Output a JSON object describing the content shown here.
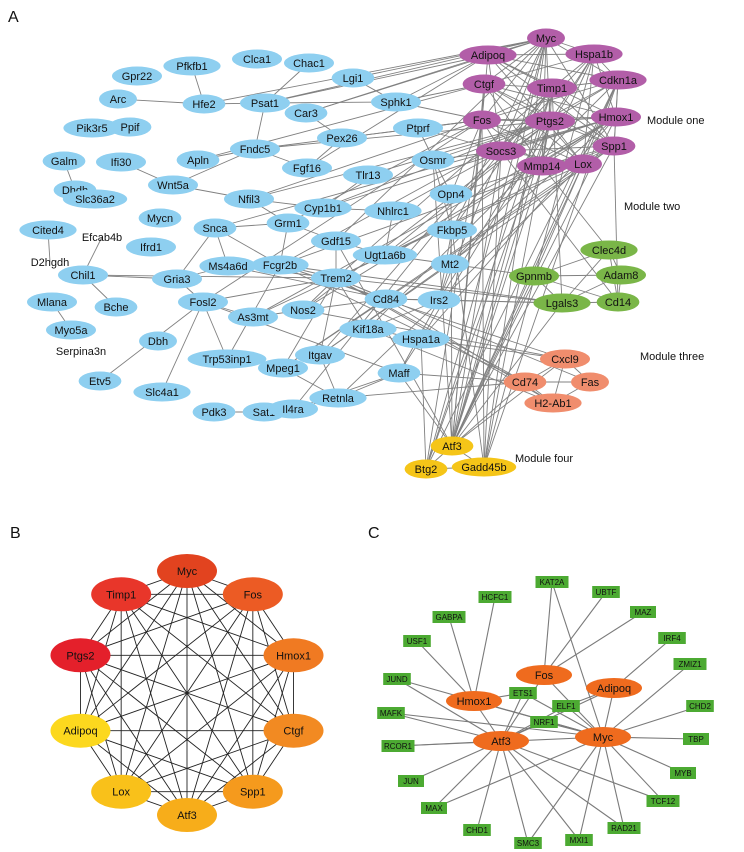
{
  "panels": {
    "A": {
      "letter": "A",
      "modules": [
        {
          "label": "Module one",
          "color": "#b25ea8"
        },
        {
          "label": "Module two",
          "color": "#7ab648"
        },
        {
          "label": "Module three",
          "color": "#f08d6d"
        },
        {
          "label": "Module four",
          "color": "#f5c518"
        }
      ],
      "other_color": "#8ecff0",
      "nodes": [
        {
          "id": "Myc",
          "g": 1
        },
        {
          "id": "Adipoq",
          "g": 1
        },
        {
          "id": "Hspa1b",
          "g": 1
        },
        {
          "id": "Ctgf",
          "g": 1
        },
        {
          "id": "Timp1",
          "g": 1
        },
        {
          "id": "Cdkn1a",
          "g": 1
        },
        {
          "id": "Fos",
          "g": 1
        },
        {
          "id": "Ptgs2",
          "g": 1
        },
        {
          "id": "Hmox1",
          "g": 1
        },
        {
          "id": "Socs3",
          "g": 1
        },
        {
          "id": "Spp1",
          "g": 1
        },
        {
          "id": "Mmp14",
          "g": 1
        },
        {
          "id": "Lox",
          "g": 1
        },
        {
          "id": "Clec4d",
          "g": 2
        },
        {
          "id": "Gpnmb",
          "g": 2
        },
        {
          "id": "Adam8",
          "g": 2
        },
        {
          "id": "Lgals3",
          "g": 2
        },
        {
          "id": "Cd14",
          "g": 2
        },
        {
          "id": "Cxcl9",
          "g": 3
        },
        {
          "id": "Cd74",
          "g": 3
        },
        {
          "id": "Fas",
          "g": 3
        },
        {
          "id": "H2-Ab1",
          "g": 3
        },
        {
          "id": "Atf3",
          "g": 4
        },
        {
          "id": "Btg2",
          "g": 4
        },
        {
          "id": "Gadd45b",
          "g": 4
        },
        {
          "id": "Pfkfb1",
          "g": 0
        },
        {
          "id": "Clca1",
          "g": 0
        },
        {
          "id": "Chac1",
          "g": 0
        },
        {
          "id": "Gpr22",
          "g": 0
        },
        {
          "id": "Lgi1",
          "g": 0
        },
        {
          "id": "Arc",
          "g": 0
        },
        {
          "id": "Hfe2",
          "g": 0
        },
        {
          "id": "Psat1",
          "g": 0
        },
        {
          "id": "Sphk1",
          "g": 0
        },
        {
          "id": "Ppif",
          "g": 0
        },
        {
          "id": "Car3",
          "g": 0
        },
        {
          "id": "Pik3r5",
          "g": 0
        },
        {
          "id": "Fndc5",
          "g": 0
        },
        {
          "id": "Pex26",
          "g": 0
        },
        {
          "id": "Ptprf",
          "g": 0
        },
        {
          "id": "Ifi30",
          "g": 0
        },
        {
          "id": "Apln",
          "g": 0
        },
        {
          "id": "Galm",
          "g": 0
        },
        {
          "id": "Osmr",
          "g": 0
        },
        {
          "id": "Fgf16",
          "g": 0
        },
        {
          "id": "Wnt5a",
          "g": 0
        },
        {
          "id": "Tlr13",
          "g": 0
        },
        {
          "id": "Dhdh",
          "g": 0
        },
        {
          "id": "Slc36a2",
          "g": 0
        },
        {
          "id": "Opn4",
          "g": 0
        },
        {
          "id": "Nfil3",
          "g": 0
        },
        {
          "id": "Cyp1b1",
          "g": 0
        },
        {
          "id": "Nhlrc1",
          "g": 0
        },
        {
          "id": "Mycn",
          "g": 0
        },
        {
          "id": "Grm1",
          "g": 0
        },
        {
          "id": "Fkbp5",
          "g": 0
        },
        {
          "id": "Cited4",
          "g": 0
        },
        {
          "id": "Snca",
          "g": 0
        },
        {
          "id": "Efcab4b",
          "g": 0
        },
        {
          "id": "Gdf15",
          "g": 0
        },
        {
          "id": "D2hgdh",
          "g": 0
        },
        {
          "id": "Ifrd1",
          "g": 0
        },
        {
          "id": "Ugt1a6b",
          "g": 0
        },
        {
          "id": "Mt2",
          "g": 0
        },
        {
          "id": "Fcgr2b",
          "g": 0
        },
        {
          "id": "Ms4a6d",
          "g": 0
        },
        {
          "id": "Chil1",
          "g": 0
        },
        {
          "id": "Gria3",
          "g": 0
        },
        {
          "id": "Trem2",
          "g": 0
        },
        {
          "id": "Cd84",
          "g": 0
        },
        {
          "id": "Irs2",
          "g": 0
        },
        {
          "id": "Mlana",
          "g": 0
        },
        {
          "id": "Bche",
          "g": 0
        },
        {
          "id": "Fosl2",
          "g": 0
        },
        {
          "id": "Nos2",
          "g": 0
        },
        {
          "id": "As3mt",
          "g": 0
        },
        {
          "id": "Kif18a",
          "g": 0
        },
        {
          "id": "Myo5a",
          "g": 0
        },
        {
          "id": "Hspa1a",
          "g": 0
        },
        {
          "id": "Dbh",
          "g": 0
        },
        {
          "id": "Serpina3n",
          "g": 0
        },
        {
          "id": "Trp53inp1",
          "g": 0
        },
        {
          "id": "Mpeg1",
          "g": 0
        },
        {
          "id": "Itgav",
          "g": 0
        },
        {
          "id": "Maff",
          "g": 0
        },
        {
          "id": "Etv5",
          "g": 0
        },
        {
          "id": "Slc4a1",
          "g": 0
        },
        {
          "id": "Retnla",
          "g": 0
        },
        {
          "id": "Pdk3",
          "g": 0
        },
        {
          "id": "Sat1",
          "g": 0
        },
        {
          "id": "Il4ra",
          "g": 0
        }
      ]
    },
    "B": {
      "letter": "B",
      "nodes": [
        {
          "id": "Myc",
          "color": "#e2431f"
        },
        {
          "id": "Fos",
          "color": "#ec5b24"
        },
        {
          "id": "Hmox1",
          "color": "#f07a22"
        },
        {
          "id": "Ctgf",
          "color": "#f28a22"
        },
        {
          "id": "Spp1",
          "color": "#f59a1d"
        },
        {
          "id": "Atf3",
          "color": "#f7ad1a"
        },
        {
          "id": "Lox",
          "color": "#f9c11a"
        },
        {
          "id": "Adipoq",
          "color": "#fcd81e"
        },
        {
          "id": "Ptgs2",
          "color": "#e4202b"
        },
        {
          "id": "Timp1",
          "color": "#e8362a"
        }
      ]
    },
    "C": {
      "letter": "C",
      "hub_color": "#ef6b1e",
      "tf_color": "#4caa32",
      "hubs": [
        "Fos",
        "Adipoq",
        "Hmox1",
        "Atf3",
        "Myc"
      ],
      "tfs": [
        "KAT2A",
        "HCFC1",
        "UBTF",
        "GABPA",
        "MAZ",
        "USF1",
        "IRF4",
        "ZMIZ1",
        "JUND",
        "ETS1",
        "ELF1",
        "CHD2",
        "MAFK",
        "TBP",
        "RCOR1",
        "NRF1",
        "MYB",
        "JUN",
        "TCF12",
        "MAX",
        "RAD21",
        "CHD1",
        "SMC3",
        "MXI1"
      ]
    }
  }
}
